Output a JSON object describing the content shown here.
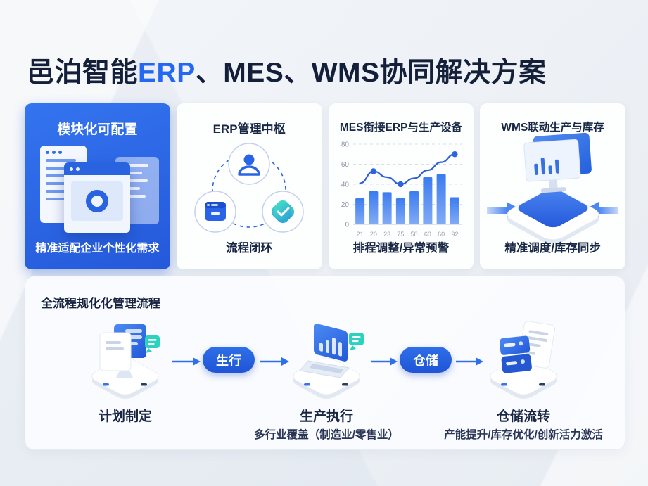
{
  "title": {
    "prefix": "邑泊智能",
    "highlight": "ERP",
    "suffix": "、MES、WMS协同解决方案"
  },
  "cards": [
    {
      "title": "模块化可配置",
      "caption": "精准适配企业个性化需求"
    },
    {
      "title": "ERP管理中枢",
      "caption": "流程闭环"
    },
    {
      "title": "MES衔接ERP与生产设备",
      "caption": "排程调整/异常预警"
    },
    {
      "title": "WMS联动生产与库存",
      "caption": "精准调度/库存同步"
    }
  ],
  "chart_data": {
    "type": "bar",
    "title": "MES衔接ERP与生产设备",
    "categories": [
      "21",
      "20",
      "23",
      "75",
      "50",
      "60",
      "60",
      "92"
    ],
    "series": [
      {
        "name": "bars",
        "type": "bar",
        "values": [
          26,
          33,
          32,
          26,
          33,
          47,
          50,
          27
        ]
      },
      {
        "name": "line",
        "type": "line",
        "values": [
          41,
          53,
          47,
          40,
          46,
          54,
          62,
          70
        ],
        "marker_indices": [
          1,
          3,
          7
        ]
      }
    ],
    "ylim": [
      0,
      80
    ],
    "yticks": [
      0,
      20,
      40,
      60,
      80
    ],
    "grid": "dashed-horizontal",
    "legend": "none",
    "bar_color_top": "#3b7bf0",
    "bar_color_bottom": "#82abf5",
    "line_color": "#2d5fd3"
  },
  "process": {
    "heading": "全流程规化化管理流程",
    "pills": [
      "生行",
      "仓储"
    ],
    "steps": [
      {
        "label": "计划制定",
        "sub": ""
      },
      {
        "label": "生产执行",
        "sub": "多行业覆盖（制造业/零售业）"
      },
      {
        "label": "仓储流转",
        "sub": "产能提升/库存优化/创新活力激活"
      }
    ]
  },
  "colors": {
    "accent_blue": "#2468f2",
    "card_blue": "#2b6ae4",
    "teal": "#2bd3be",
    "dark_text": "#16213c",
    "axis_gray": "#96a0b4"
  }
}
